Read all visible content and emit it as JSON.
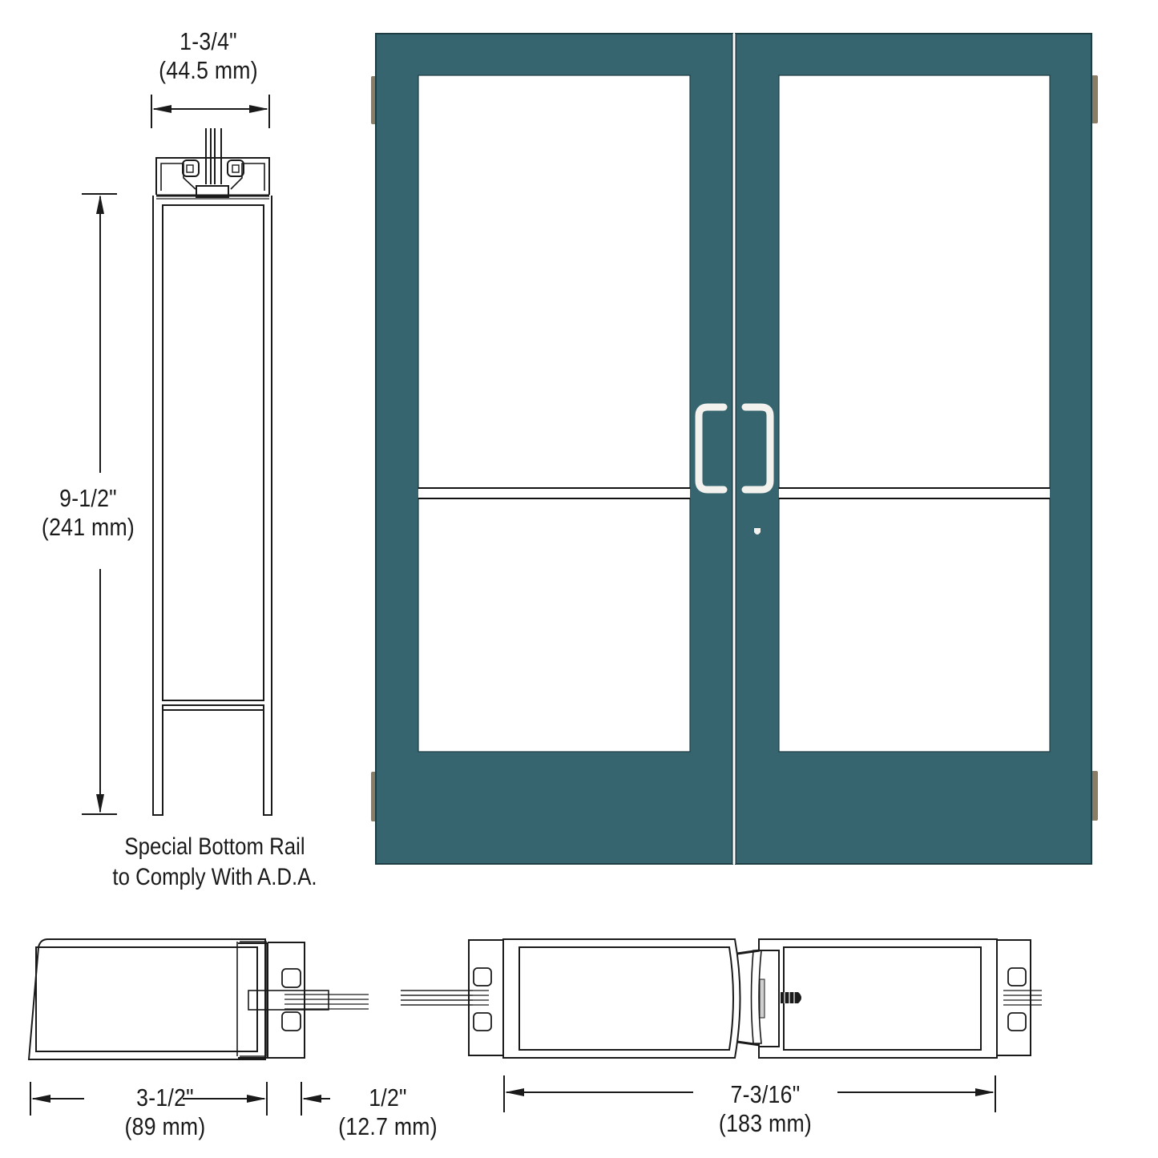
{
  "diagram": {
    "subject": "Double glass door with center rail, door-pull handles and hinges; profile section details",
    "colors": {
      "door_finish": "#36656f",
      "door_edge": "#1e3c43",
      "glass": "#ffffff",
      "hinge": "#8a7d66",
      "handle": "#f4f2ee",
      "line": "#1a1a1a"
    },
    "dimensions": {
      "stile_depth": {
        "imperial": "1-3/4\"",
        "metric": "(44.5 mm)"
      },
      "bottom_rail_height": {
        "imperial": "9-1/2\"",
        "metric": "(241 mm)"
      },
      "stile_width": {
        "imperial": "3-1/2\"",
        "metric": "(89 mm)"
      },
      "glass_bite": {
        "imperial": "1/2\"",
        "metric": "(12.7 mm)"
      },
      "meeting_stiles_width": {
        "imperial": "7-3/16\"",
        "metric": "(183 mm)"
      }
    },
    "captions": {
      "bottom_rail_line1": "Special Bottom Rail",
      "bottom_rail_line2": "to Comply With A.D.A."
    },
    "views": [
      {
        "id": "bottom-rail-section",
        "label": "Bottom rail vertical section"
      },
      {
        "id": "door-elevation",
        "label": "Double door elevation"
      },
      {
        "id": "hinge-stile-section",
        "label": "Hinge stile horizontal section"
      },
      {
        "id": "meeting-stile-section",
        "label": "Meeting stiles horizontal section"
      }
    ]
  }
}
